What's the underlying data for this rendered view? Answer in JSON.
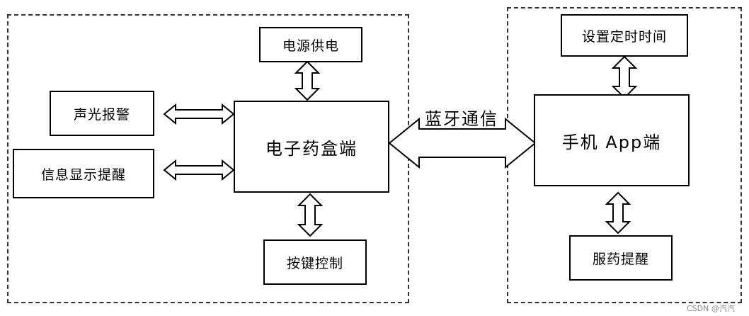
{
  "diagram": {
    "zones": {
      "device": "",
      "phone": ""
    },
    "blocks": {
      "power_supply": "电源供电",
      "sound_light_alarm": "声光报警",
      "info_display_reminder": "信息显示提醒",
      "pill_box_device": "电子药盒端",
      "button_control": "按键控制",
      "set_schedule_time": "设置定时时间",
      "phone_app": "手机 App端",
      "medication_reminder": "服药提醒"
    },
    "links": {
      "bluetooth_label": "蓝牙通信"
    }
  },
  "watermark": "CSDN @汽汽"
}
